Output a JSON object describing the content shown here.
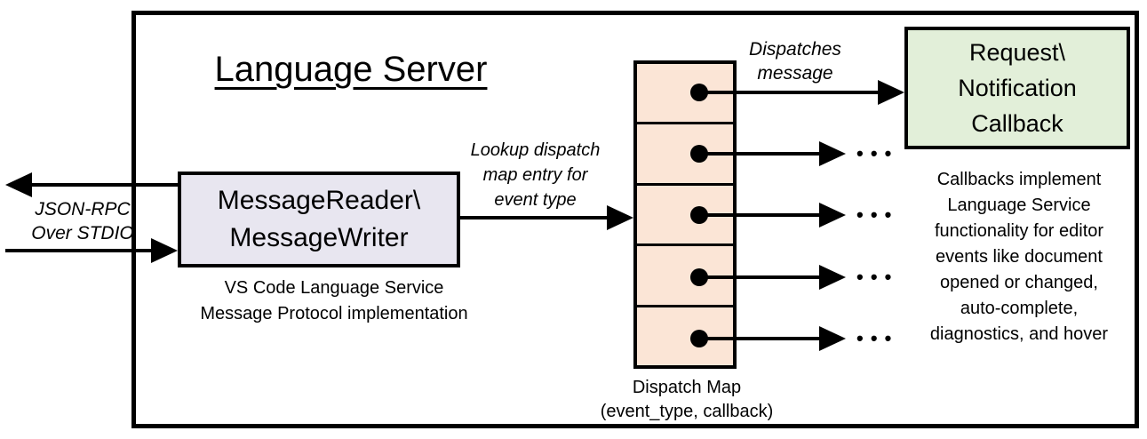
{
  "diagram": {
    "title": "Language Server",
    "io": {
      "label": "JSON-RPC\nOver STDIO"
    },
    "reader": {
      "label": "MessageReader\\\nMessageWriter",
      "caption": "VS Code Language Service\nMessage Protocol implementation",
      "fill": "#e8e6f0"
    },
    "lookup_label": "Lookup dispatch\nmap entry for\nevent type",
    "dispatch_label": "Dispatches\nmessage",
    "map": {
      "rows": 5,
      "fill": "#fbe5d6",
      "caption": "Dispatch Map\n(event_type, callback)",
      "ellipsis": "• • •"
    },
    "callback": {
      "label": "Request\\\nNotification\nCallback",
      "caption": "Callbacks implement\nLanguage Service\nfunctionality for editor\nevents like document\nopened or changed,\nauto-complete,\ndiagnostics, and hover",
      "fill": "#e2efd9"
    }
  }
}
